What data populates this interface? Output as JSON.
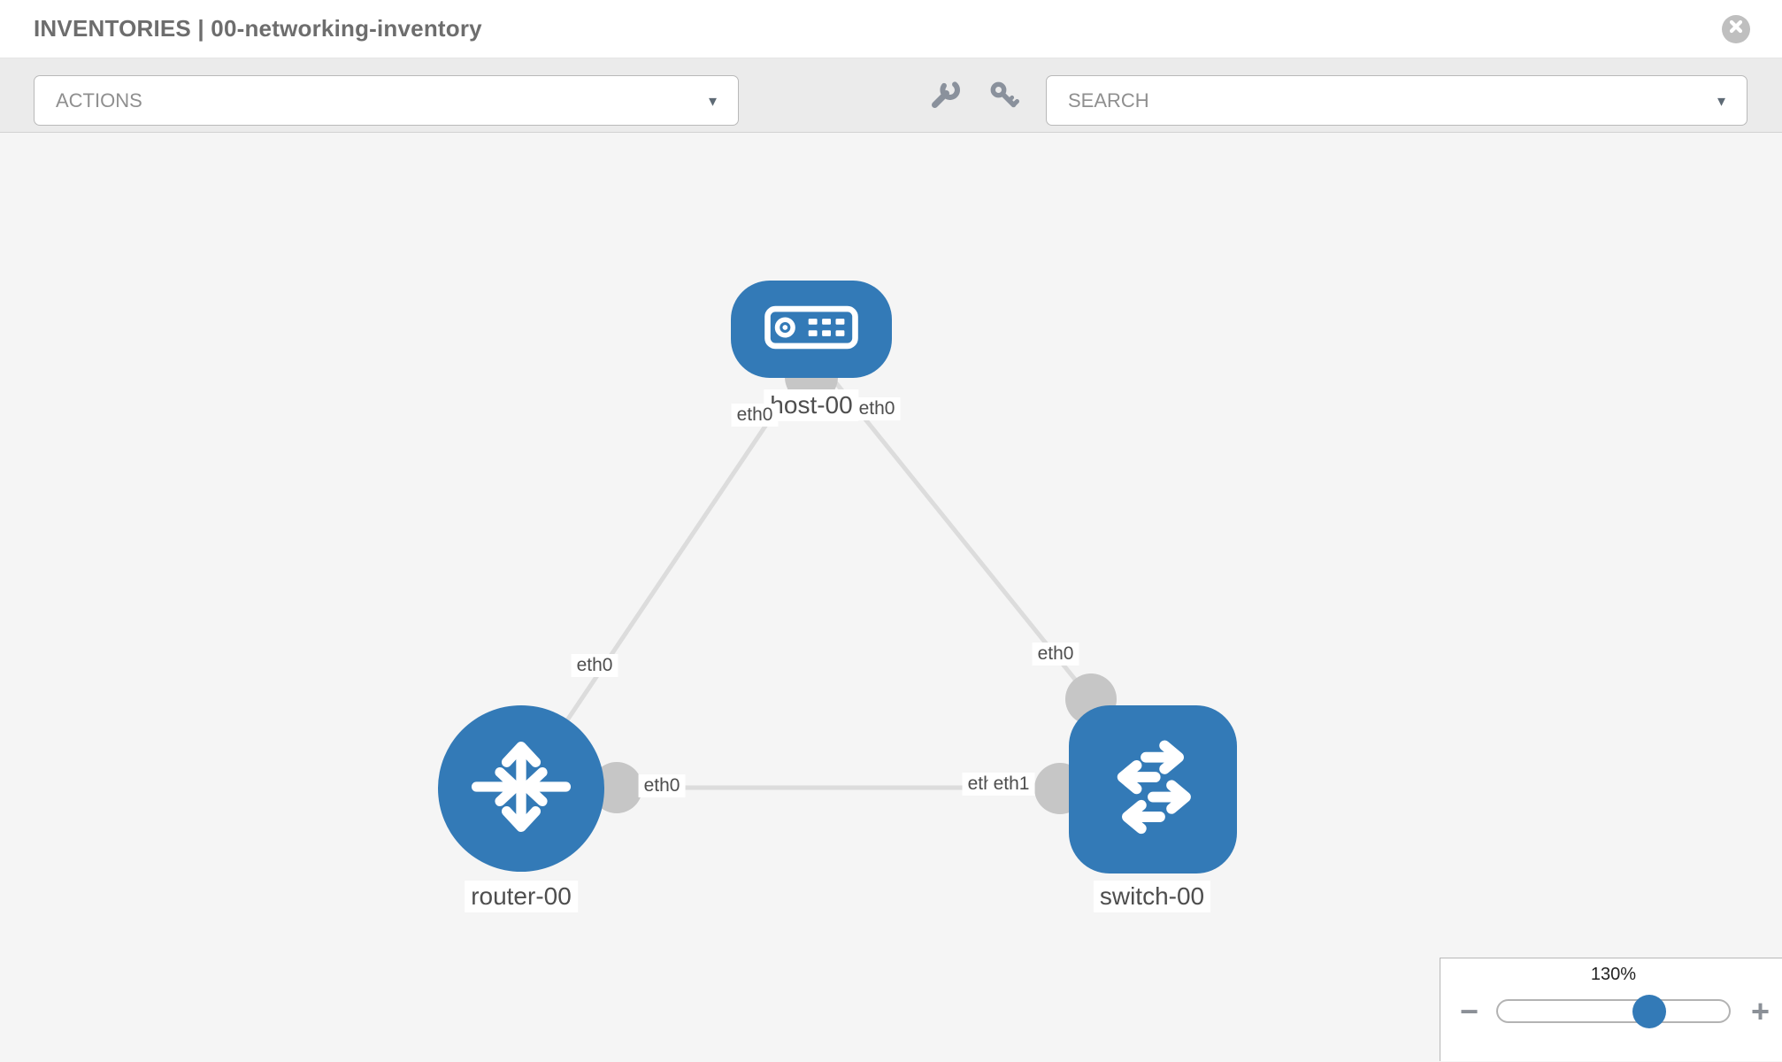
{
  "header": {
    "title": "INVENTORIES | 00-networking-inventory"
  },
  "toolbar": {
    "actions": {
      "label": "ACTIONS"
    },
    "search": {
      "placeholder": "SEARCH"
    },
    "caret": "▾"
  },
  "canvas": {
    "nodes": [
      {
        "id": "host-00",
        "type": "host",
        "label": "host-00"
      },
      {
        "id": "router-00",
        "type": "router",
        "label": "router-00"
      },
      {
        "id": "switch-00",
        "type": "switch",
        "label": "switch-00"
      }
    ],
    "interfaces": {
      "host_left": "eth0",
      "host_right": "eth0",
      "router_uplink": "eth0",
      "router_link": "eth0",
      "switch_uplink": "eth0",
      "switch_link_back": "eth0",
      "switch_link_front": "eth1"
    },
    "links": [
      {
        "source": "host-00",
        "target": "router-00"
      },
      {
        "source": "host-00",
        "target": "switch-00"
      },
      {
        "source": "router-00",
        "target": "switch-00"
      }
    ]
  },
  "zoom_panel": {
    "level": "130%",
    "minus": "−",
    "plus": "+"
  },
  "colors": {
    "node_blue": "#337ab7",
    "link_gray": "#dcdcdc",
    "port_gray": "#c6c6c6",
    "toolbar_gray": "#ebebeb",
    "canvas_gray": "#f5f5f5"
  }
}
